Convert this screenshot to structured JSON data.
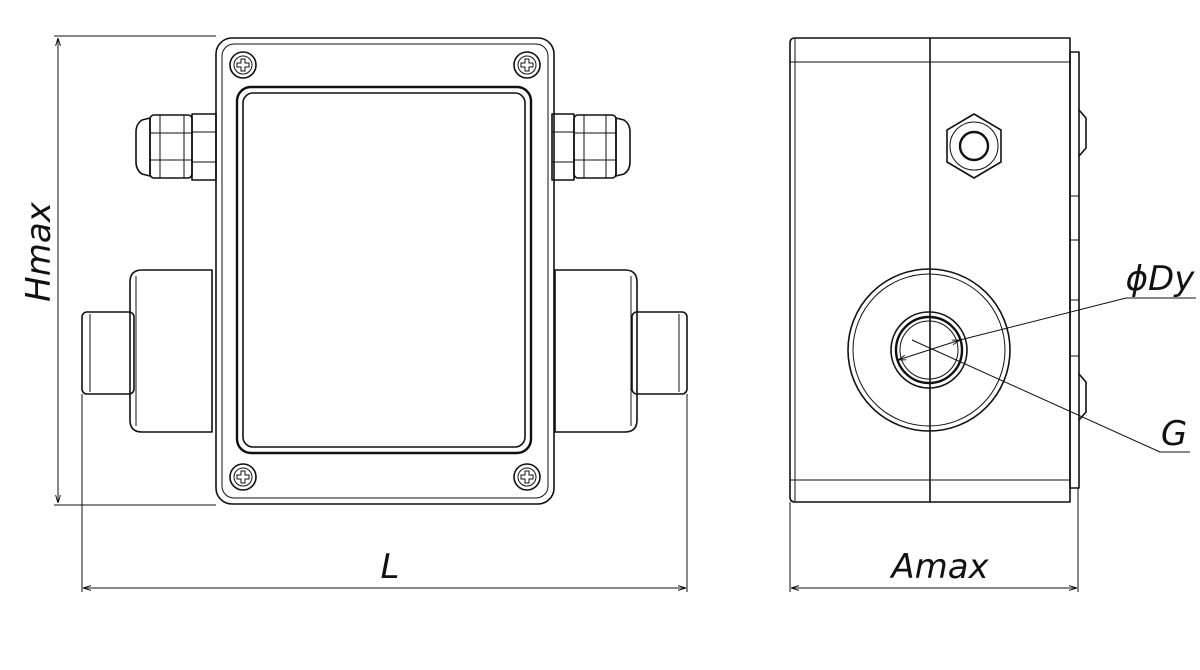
{
  "drawing": {
    "dimensions": {
      "height": "Hmax",
      "length": "L",
      "depth": "Amax",
      "bore": "ϕDy",
      "thread": "G"
    },
    "colors": {
      "line": "#111111",
      "background": "#ffffff"
    }
  }
}
